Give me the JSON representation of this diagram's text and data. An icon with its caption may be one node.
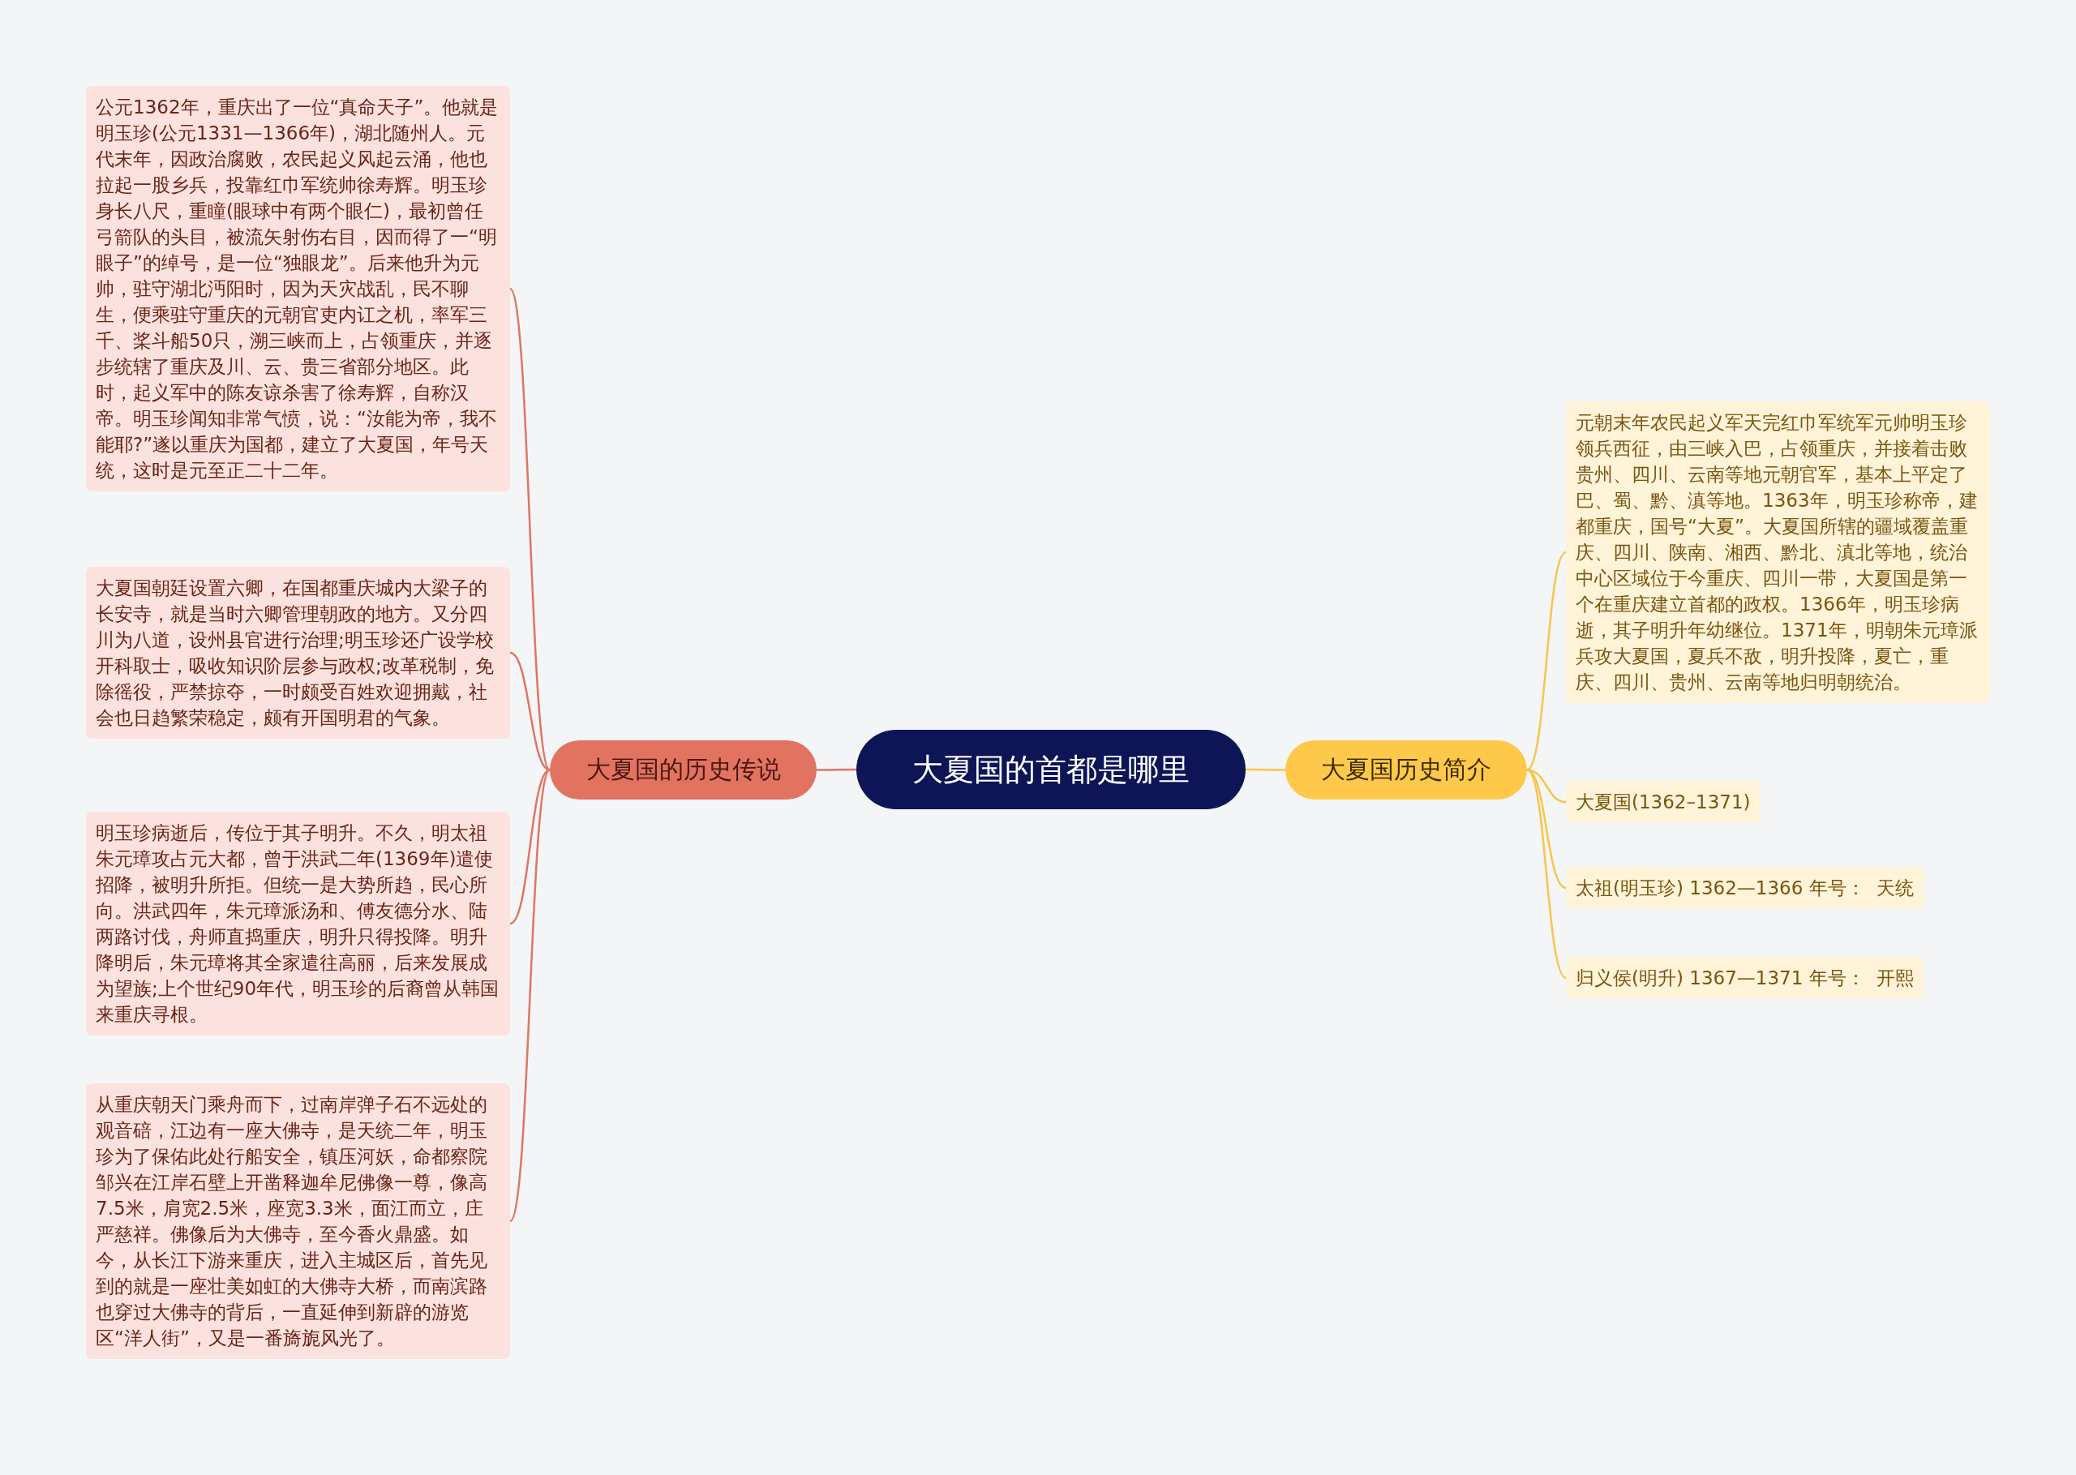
{
  "diagram": {
    "nodes": [
      {
        "text": [
          "大夏国的首都是哪里"
        ]
      },
      {
        "text": [
          "大夏国的历史传说"
        ]
      },
      {
        "text": [
          "公元1362年，重庆出了一位“真命天子”。他就是明玉珍(公元1331—1366年)，湖北随州人。元代末年，因政治腐败，农民起义风起云涌，他也拉起一股乡兵，投靠红巾军统帅徐寿辉。明玉珍身长八尺，重瞳(眼球中有两个眼仁)，最初曾任弓箭队的头目，被流矢射伤右目，因而得了一“明眼子”的绰号，是一位“独眼龙”。后来他升为元帅，驻守湖北沔阳时，因为天灾战乱，民不聊生，便乘驻守重庆的元朝官吏内讧之机，率军三千、桨斗船50只，溯三峡而上，占领重庆，并逐步统辖了重庆及川、云、贵三省部分地区。此时，起义军中的陈友谅杀害了徐寿辉，自称汉帝。明玉珍闻知非常气愤，说：“汝能为帝，我不能耶?”遂以重庆为国都，建立了大夏国，年号天统，这时是元至正二十二年。"
        ]
      },
      {
        "text": [
          "大夏国朝廷设置六卿，在国都重庆城内大梁子的长安寺，就是当时六卿管理朝政的地方。又分四川为八道，设州县官进行治理;明玉珍还广设学校开科取士，吸收知识阶层参与政权;改革税制，免除徭役，严禁掠夺，一时颇受百姓欢迎拥戴，社会也日趋繁荣稳定，颇有开国明君的气象。"
        ]
      },
      {
        "text": [
          "明玉珍病逝后，传位于其子明升。不久，明太祖朱元璋攻占元大都，曾于洪武二年(1369年)遣使招降，被明升所拒。但统一是大势所趋，民心所向。洪武四年，朱元璋派汤和、傅友德分水、陆两路讨伐，舟师直捣重庆，明升只得投降。明升降明后，朱元璋将其全家遣往高丽，后来发展成为望族;上个世纪90年代，明玉珍的后裔曾从韩国来重庆寻根。"
        ]
      },
      {
        "text": [
          "从重庆朝天门乘舟而下，过南岸弹子石不远处的观音碚，江边有一座大佛寺，是天统二年，明玉珍为了保佑此处行船安全，镇压河妖，命都察院邹兴在江岸石壁上开凿释迦牟尼佛像一尊，像高7.5米，肩宽2.5米，座宽3.3米，面江而立，庄严慈祥。佛像后为大佛寺，至今香火鼎盛。如今，从长江下游来重庆，进入主城区后，首先见到的就是一座壮美如虹的大佛寺大桥，而南滨路也穿过大佛寺的背后，一直延伸到新辟的游览区“洋人街”，又是一番旖旎风光了。"
        ]
      },
      {
        "text": [
          "大夏国历史简介"
        ]
      },
      {
        "text": [
          "元朝末年农民起义军天完红巾军统军元帅明玉珍领兵西征，由三峡入巴，占领重庆，并接着击败贵州、四川、云南等地元朝官军，基本上平定了巴、蜀、黔、滇等地。1363年，明玉珍称帝，建都重庆，国号“大夏”。大夏国所辖的疆域覆盖重庆、四川、陕南、湘西、黔北、滇北等地，统治中心区域位于今重庆、四川一带，大夏国是第一个在重庆建立首都的政权。1366年，明玉珍病逝，其子明升年幼继位。1371年，明朝朱元璋派兵攻大夏国，夏兵不敌，明升投降，夏亡，重庆、四川、贵州、云南等地归明朝统治。"
        ]
      },
      {
        "text": [
          "大夏国(1362–1371)"
        ]
      },
      {
        "text": [
          "太祖(明玉珍) 1362—1366 年号：  天统"
        ]
      },
      {
        "text": [
          "归义侯(明升) 1367—1371 年号：  开熙"
        ]
      }
    ],
    "edges": [
      {
        "from": 0,
        "to": 1,
        "arrow": "none",
        "color": "#e07563"
      },
      {
        "from": 1,
        "to": 2,
        "arrow": "none",
        "color": "#e07563"
      },
      {
        "from": 1,
        "to": 3,
        "arrow": "none",
        "color": "#e07563"
      },
      {
        "from": 1,
        "to": 4,
        "arrow": "none",
        "color": "#e07563"
      },
      {
        "from": 1,
        "to": 5,
        "arrow": "none",
        "color": "#e07563"
      },
      {
        "from": 0,
        "to": 6,
        "arrow": "none",
        "color": "#f7c548"
      },
      {
        "from": 6,
        "to": 7,
        "arrow": "none",
        "color": "#f7c548"
      },
      {
        "from": 6,
        "to": 8,
        "arrow": "none",
        "color": "#f7c548"
      },
      {
        "from": 6,
        "to": 9,
        "arrow": "none",
        "color": "#f7c548"
      },
      {
        "from": 6,
        "to": 10,
        "arrow": "none",
        "color": "#f7c548"
      }
    ]
  }
}
